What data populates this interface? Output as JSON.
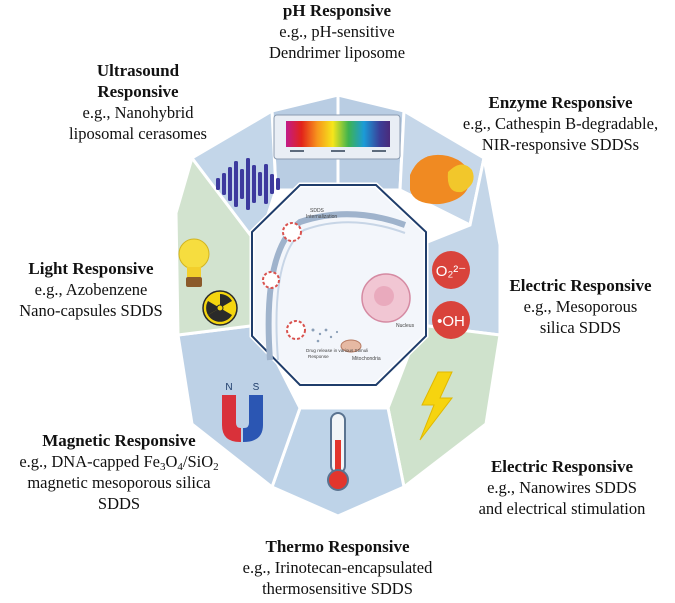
{
  "colors": {
    "segment_blue": "#b9cde3",
    "segment_green": "#cfe2cc",
    "outer_stroke": "#ffffff",
    "inner_border": "#1f3d6b",
    "inner_fill": "#f3f6fb"
  },
  "labels": {
    "ph": {
      "title": "pH Responsive",
      "line1": "e.g., pH-sensitive",
      "line2": "Dendrimer liposome"
    },
    "enzyme": {
      "title": "Enzyme Responsive",
      "line1": "e.g., Cathespin B-degradable,",
      "line2": "NIR-responsive SDDSs"
    },
    "electric_top": {
      "title": "Electric Responsive",
      "line1": "e.g., Mesoporous",
      "line2": "silica SDDS"
    },
    "electric_bottom": {
      "title": "Electric Responsive",
      "line1": "e.g., Nanowires SDDS",
      "line2": "and electrical stimulation"
    },
    "thermo": {
      "title": "Thermo Responsive",
      "line1": "e.g., Irinotecan-encapsulated",
      "line2": "thermosensitive SDDS"
    },
    "magnetic": {
      "title": "Magnetic Responsive",
      "line1_prefix": "e.g., DNA-capped Fe",
      "sub1": "3",
      "mid1": "O",
      "sub2": "4",
      "mid2": "/SiO",
      "sub3": "2",
      "line2": "magnetic mesoporous silica",
      "line3": "SDDS"
    },
    "light": {
      "title": "Light Responsive",
      "line1": "e.g., Azobenzene",
      "line2": "Nano-capsules SDDS"
    },
    "ultrasound": {
      "title_line1": "Ultrasound",
      "title_line2": "Responsive",
      "line1": "e.g., Nanohybrid",
      "line2": "liposomal cerasomes"
    }
  },
  "icons": {
    "ph": "ph-color-scale-icon",
    "enzyme": "enzyme-blob-icon",
    "electric_top": "radical-ions-icon",
    "electric_bottom": "lightning-bolt-icon",
    "thermo": "thermometer-icon",
    "magnetic": "horseshoe-magnet-icon",
    "light": "light-bulb-icon",
    "ultrasound": "sound-wave-icon"
  },
  "center": {
    "internalization_line1": "SDDS",
    "internalization_line2": "Internalization",
    "nucleus": "Nucleus",
    "mitochondria": "Mitochondria",
    "release_line1": "Drug release in various Stimuli",
    "release_line2": "Response",
    "o2_text": "O₂²⁻",
    "oh_text": "•OH",
    "magnet_n": "N",
    "magnet_s": "S"
  }
}
